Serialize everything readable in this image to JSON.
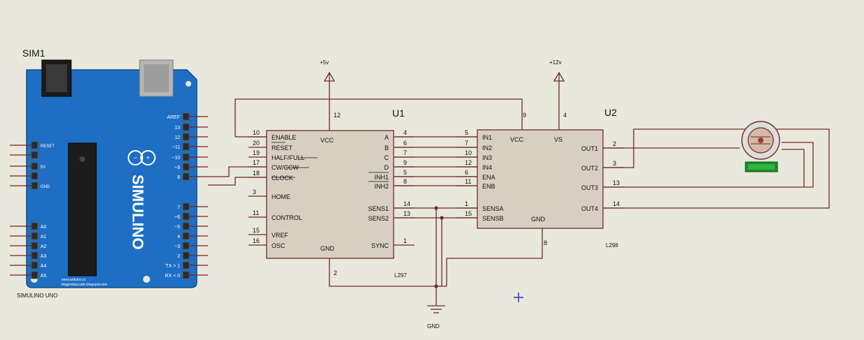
{
  "arduino": {
    "ref": "SIM1",
    "name": "SIMULINO UNO",
    "brand": "SIMULINO",
    "header_top": [
      "AREF",
      "13",
      "12",
      "~11",
      "~10",
      "~9",
      "8"
    ],
    "header_bottom": [
      "7",
      "~6",
      "~5",
      "4",
      "~3",
      "2",
      "TX > 1",
      "RX < 0"
    ],
    "analog": [
      "A0",
      "A1",
      "A2",
      "A3",
      "A4",
      "A5"
    ],
    "power_labels": [
      "RESET",
      "5V",
      "GND"
    ],
    "website": "www.arduino.cc",
    "blog": "blogembarcado.blogspot.com"
  },
  "u1": {
    "ref": "U1",
    "part": "L297",
    "left_pins": [
      {
        "num": "10",
        "name": "ENABLE"
      },
      {
        "num": "20",
        "name": "RESET"
      },
      {
        "num": "19",
        "name": "HALF/FULL"
      },
      {
        "num": "17",
        "name": "CW/CCW"
      },
      {
        "num": "18",
        "name": "CLOCK"
      },
      {
        "num": "3",
        "name": "HOME"
      },
      {
        "num": "11",
        "name": "CONTROL"
      },
      {
        "num": "15",
        "name": "VREF"
      },
      {
        "num": "16",
        "name": "OSC"
      }
    ],
    "right_pins": [
      {
        "num": "4",
        "name": "A"
      },
      {
        "num": "6",
        "name": "B"
      },
      {
        "num": "7",
        "name": "C"
      },
      {
        "num": "9",
        "name": "D"
      },
      {
        "num": "5",
        "name": "INH1"
      },
      {
        "num": "8",
        "name": "INH2"
      },
      {
        "num": "14",
        "name": "SENS1"
      },
      {
        "num": "13",
        "name": "SENS2"
      },
      {
        "num": "1",
        "name": "SYNC"
      }
    ],
    "vcc": {
      "num": "12",
      "name": "VCC"
    },
    "gnd": {
      "num": "2",
      "name": "GND"
    }
  },
  "u2": {
    "ref": "U2",
    "part": "L298",
    "left_pins": [
      {
        "num": "5",
        "name": "IN1"
      },
      {
        "num": "7",
        "name": "IN2"
      },
      {
        "num": "10",
        "name": "IN3"
      },
      {
        "num": "12",
        "name": "IN4"
      },
      {
        "num": "6",
        "name": "ENA"
      },
      {
        "num": "11",
        "name": "ENB"
      },
      {
        "num": "1",
        "name": "SENSA"
      },
      {
        "num": "15",
        "name": "SENSB"
      }
    ],
    "right_pins": [
      {
        "num": "2",
        "name": "OUT1"
      },
      {
        "num": "3",
        "name": "OUT2"
      },
      {
        "num": "13",
        "name": "OUT3"
      },
      {
        "num": "14",
        "name": "OUT4"
      }
    ],
    "vcc": {
      "num": "9",
      "name": "VCC"
    },
    "vs": {
      "num": "4",
      "name": "VS"
    },
    "gnd": {
      "num": "8",
      "name": "GND"
    }
  },
  "power": {
    "p5v": "+5v",
    "p12v": "+12v",
    "gnd": "GND"
  },
  "colors": {
    "wire": "#6e2a2a",
    "board": "#1e6fc4",
    "chip": "#d8cfc2",
    "background": "#e9e8dc"
  }
}
